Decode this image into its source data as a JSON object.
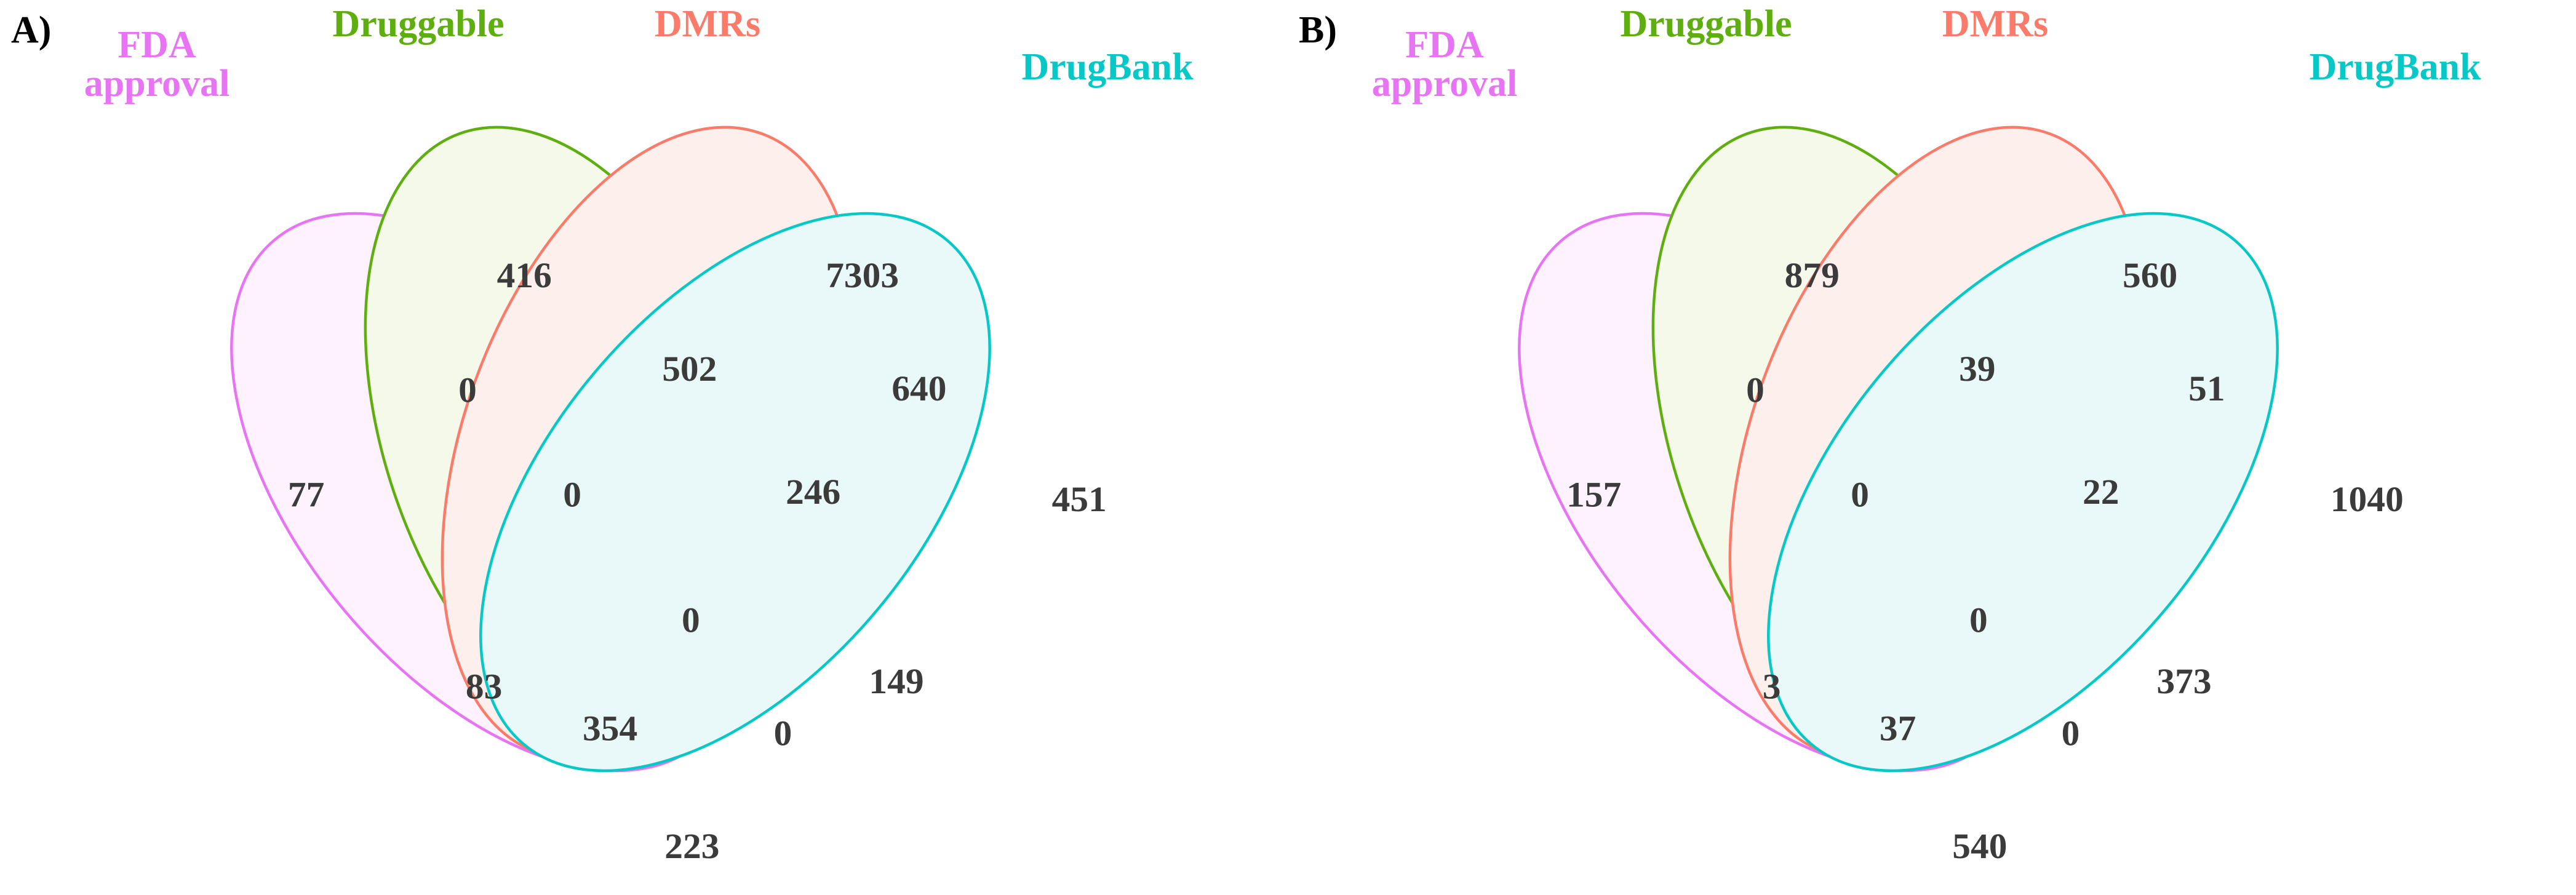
{
  "figure": {
    "background": "#ffffff",
    "number_color": "#3b3b3b"
  },
  "colors": {
    "fda_approval": "#e774f2",
    "druggable": "#5fae10",
    "dmrs": "#fb7b6b",
    "drugbank": "#08c7c7",
    "fda_fill": "#fdf2fe",
    "druggable_fill": "#f7faef",
    "dmrs_fill": "#fef3f1",
    "drugbank_fill": "#eefafa"
  },
  "panels": [
    {
      "letter": "A)",
      "labels": {
        "fda_approval": "FDA\napproval",
        "druggable": "Druggable",
        "dmrs": "DMRs",
        "drugbank": "DrugBank"
      },
      "counts": {
        "fda_only": "77",
        "druggable_only": "416",
        "dmrs_only": "7303",
        "drugbank_only": "451",
        "fda_druggable": "0",
        "druggable_dmrs": "502",
        "dmrs_drugbank": "640",
        "fda_dmrs": "0",
        "druggable_drugbank": "246",
        "fda_drugbank": "223",
        "fda_druggable_dmrs": "0",
        "druggable_dmrs_drugbank": "0",
        "fda_dmrs_drugbank": "354",
        "fda_druggable_drugbank": "0",
        "all_four": "0",
        "fda_dmrs_lower": "83",
        "druggable_drugbank_lower": "149"
      }
    },
    {
      "letter": "B)",
      "labels": {
        "fda_approval": "FDA\napproval",
        "druggable": "Druggable",
        "dmrs": "DMRs",
        "drugbank": "DrugBank"
      },
      "counts": {
        "fda_only": "157",
        "druggable_only": "879",
        "dmrs_only": "560",
        "drugbank_only": "1040",
        "fda_druggable": "0",
        "druggable_dmrs": "39",
        "dmrs_drugbank": "51",
        "fda_dmrs": "0",
        "druggable_drugbank": "22",
        "fda_drugbank": "540",
        "fda_druggable_dmrs": "0",
        "druggable_dmrs_drugbank": "0",
        "fda_dmrs_drugbank": "37",
        "fda_druggable_drugbank": "0",
        "all_four": "0",
        "fda_dmrs_lower": "3",
        "druggable_drugbank_lower": "373"
      }
    }
  ],
  "chart_data": {
    "type": "venn",
    "n_sets": 4,
    "set_names": [
      "FDA approval",
      "Druggable",
      "DMRs",
      "DrugBank"
    ],
    "set_colors": [
      "#e774f2",
      "#5fae10",
      "#fb7b6b",
      "#08c7c7"
    ],
    "panels": [
      {
        "label": "A)",
        "regions": {
          "FDA approval": 77,
          "Druggable": 416,
          "DMRs": 7303,
          "DrugBank": 451,
          "FDA approval&Druggable": 0,
          "Druggable&DMRs": 502,
          "DMRs&DrugBank": 640,
          "FDA approval&DMRs": 83,
          "Druggable&DrugBank": 149,
          "FDA approval&DrugBank": 223,
          "FDA approval&Druggable&DMRs": 0,
          "Druggable&DMRs&DrugBank": 246,
          "FDA approval&DMRs&DrugBank": 354,
          "FDA approval&Druggable&DrugBank": 0,
          "FDA approval&Druggable&DMRs&DrugBank": 0
        }
      },
      {
        "label": "B)",
        "regions": {
          "FDA approval": 157,
          "Druggable": 879,
          "DMRs": 560,
          "DrugBank": 1040,
          "FDA approval&Druggable": 0,
          "Druggable&DMRs": 39,
          "DMRs&DrugBank": 51,
          "FDA approval&DMRs": 3,
          "Druggable&DrugBank": 373,
          "FDA approval&DrugBank": 540,
          "FDA approval&Druggable&DMRs": 0,
          "Druggable&DMRs&DrugBank": 22,
          "FDA approval&DMRs&DrugBank": 37,
          "FDA approval&Druggable&DrugBank": 0,
          "FDA approval&Druggable&DMRs&DrugBank": 0
        }
      }
    ]
  }
}
